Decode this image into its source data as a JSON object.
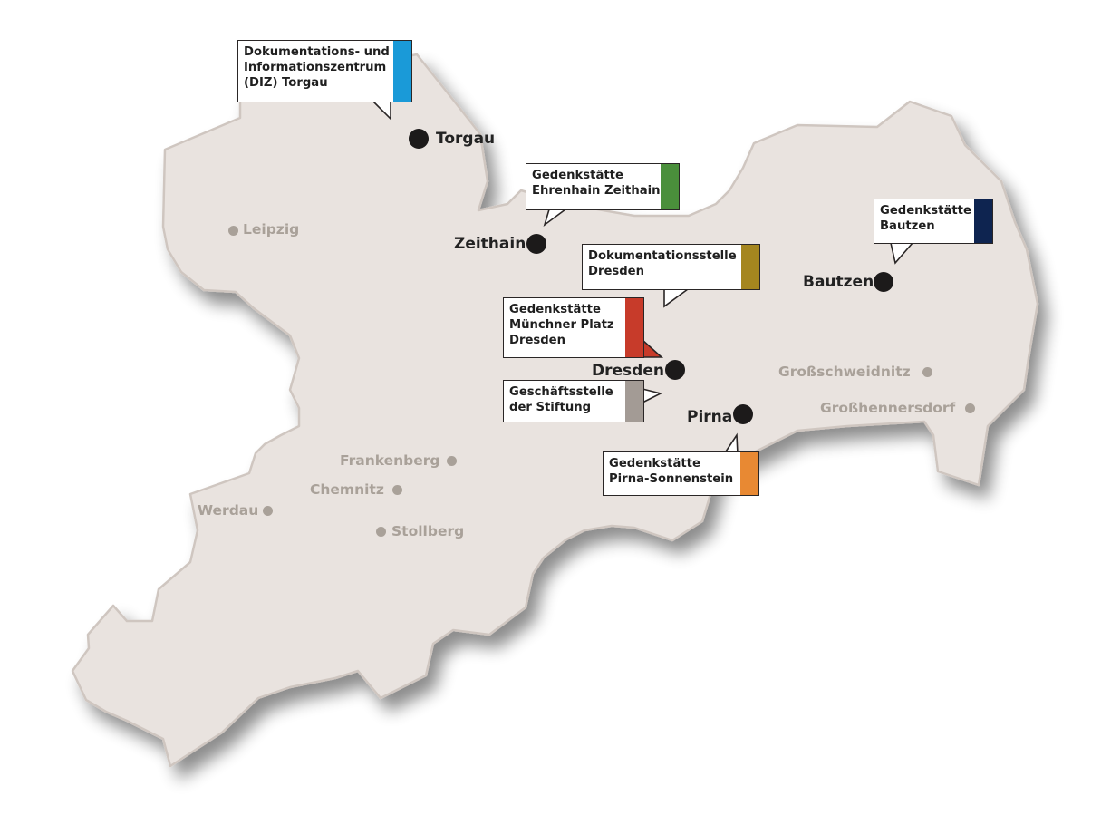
{
  "colors": {
    "land": "#e9e3df",
    "land_border": "#cfc6c0",
    "major": "#1c1a1a",
    "minor": "#a9a199",
    "torgau_accent": "#1a9ad8",
    "zeithain_accent": "#4a8f3b",
    "bautzen_accent": "#0e2450",
    "dokstelle_accent": "#a5861f",
    "muenchner_accent": "#c73b2a",
    "stiftung_accent": "#a39b95",
    "pirna_accent": "#e88933"
  },
  "major_places": {
    "torgau": "Torgau",
    "zeithain": "Zeithain",
    "bautzen": "Bautzen",
    "dresden": "Dresden",
    "pirna": "Pirna"
  },
  "minor_places": {
    "leipzig": "Leipzig",
    "frankenberg": "Frankenberg",
    "chemnitz": "Chemnitz",
    "werdau": "Werdau",
    "stollberg": "Stollberg",
    "grossschweidnitz": "Großschweidnitz",
    "grosshennersdorf": "Großhennersdorf"
  },
  "callouts": {
    "torgau": [
      "Dokumentations- und",
      "Informationszentrum",
      "(DIZ) Torgau"
    ],
    "zeithain": [
      "Gedenkstätte",
      "Ehrenhain Zeithain"
    ],
    "bautzen": [
      "Gedenkstätte",
      "Bautzen"
    ],
    "dokstelle": [
      "Dokumentationsstelle",
      "Dresden"
    ],
    "muenchner": [
      "Gedenkstätte",
      "Münchner Platz",
      "Dresden"
    ],
    "stiftung": [
      "Geschäftsstelle",
      "der Stiftung"
    ],
    "pirna": [
      "Gedenkstätte",
      "Pirna-Sonnenstein"
    ]
  }
}
